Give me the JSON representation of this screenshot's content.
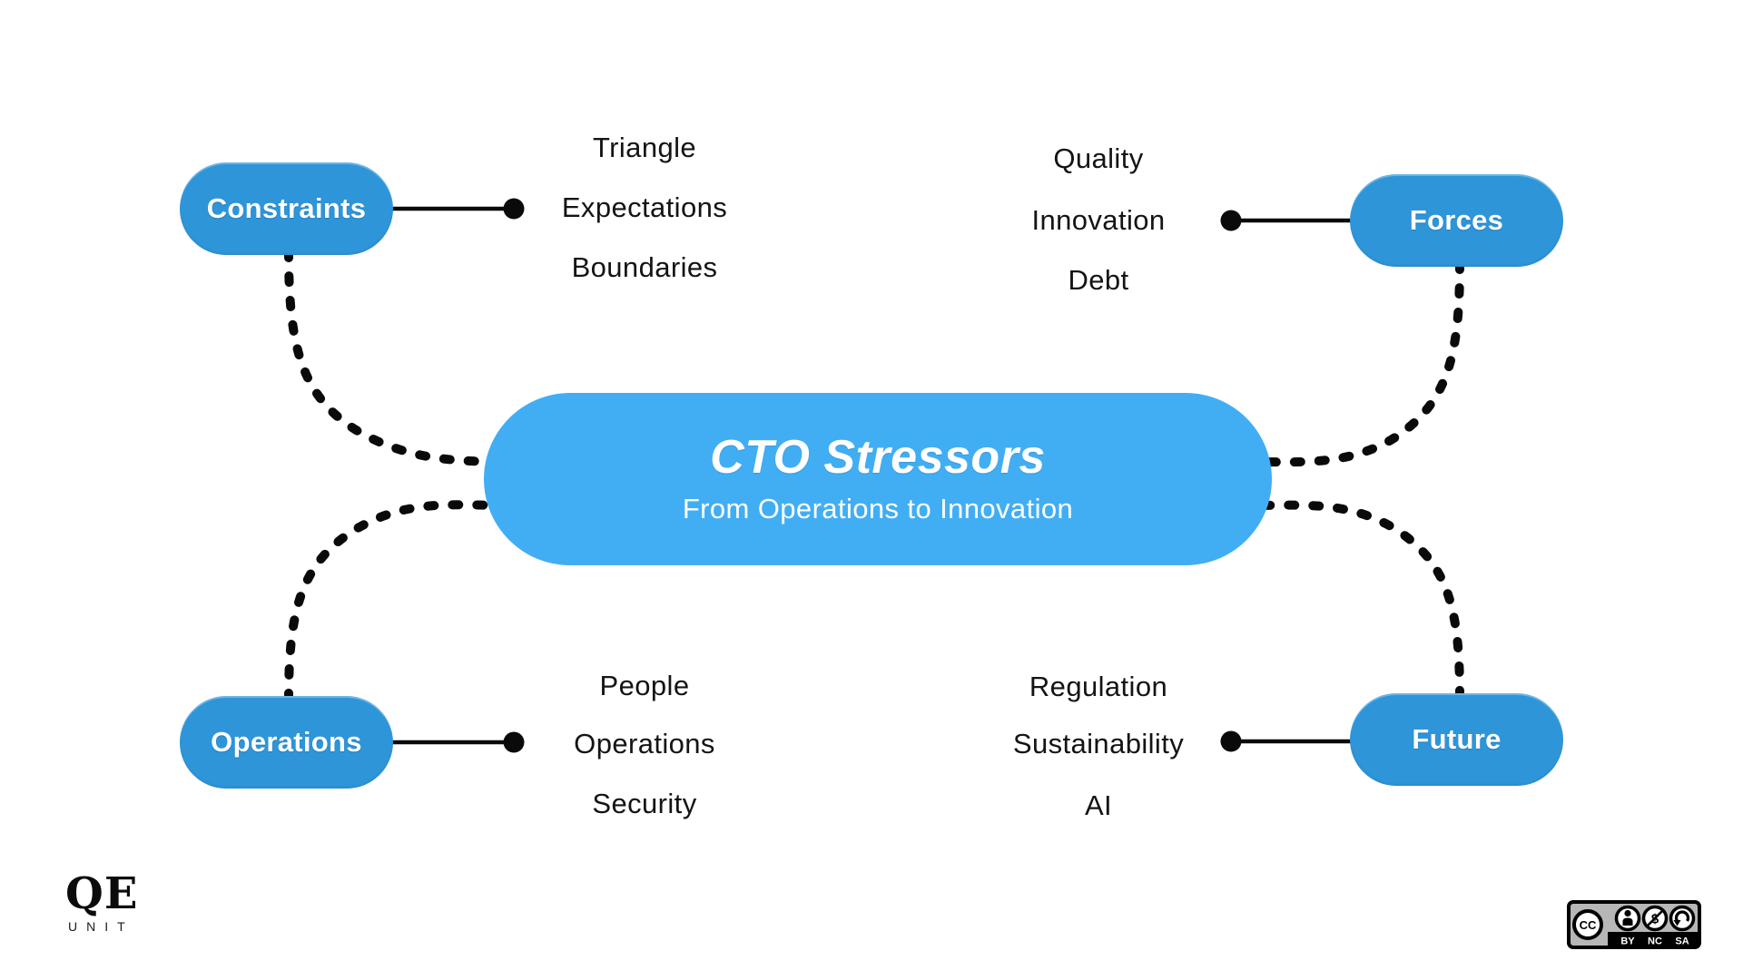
{
  "center": {
    "title": "CTO Stressors",
    "subtitle": "From Operations to Innovation"
  },
  "quadrants": [
    {
      "node": "Constraints",
      "items": [
        "Triangle",
        "Expectations",
        "Boundaries"
      ]
    },
    {
      "node": "Forces",
      "items": [
        "Quality",
        "Innovation",
        "Debt"
      ]
    },
    {
      "node": "Operations",
      "items": [
        "People",
        "Operations",
        "Security"
      ]
    },
    {
      "node": "Future",
      "items": [
        "Regulation",
        "Sustainability",
        "AI"
      ]
    }
  ],
  "branding": {
    "wordmark": "QE",
    "sub_wordmark": "UNIT"
  },
  "license": {
    "cc": "CC",
    "nc_symbol": "$",
    "labels": [
      "BY",
      "NC",
      "SA"
    ]
  },
  "colors": {
    "node_blue": "#2E95D9",
    "center_blue": "#41AEF4",
    "connector_black": "#0a0a0a",
    "text_black": "#141414",
    "badge_gray": "#b7b7b7"
  }
}
